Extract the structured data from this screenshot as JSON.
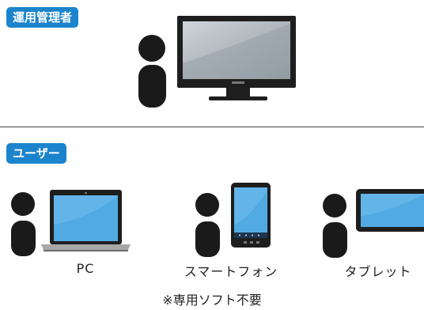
{
  "sections": {
    "admin": {
      "badge": "運用管理者"
    },
    "user": {
      "badge": "ユーザー"
    }
  },
  "devices": {
    "pc": {
      "label": "PC",
      "icon": "laptop-icon"
    },
    "smartphone": {
      "label": "スマートフォン",
      "icon": "smartphone-icon"
    },
    "tablet": {
      "label": "タブレット",
      "icon": "tablet-icon"
    }
  },
  "footnote": "※専用ソフト不要",
  "colors": {
    "badge": "#1b84cc",
    "person": "#1a1a1a",
    "screen": "#63b5e9",
    "bezel": "#1e1e1e"
  }
}
